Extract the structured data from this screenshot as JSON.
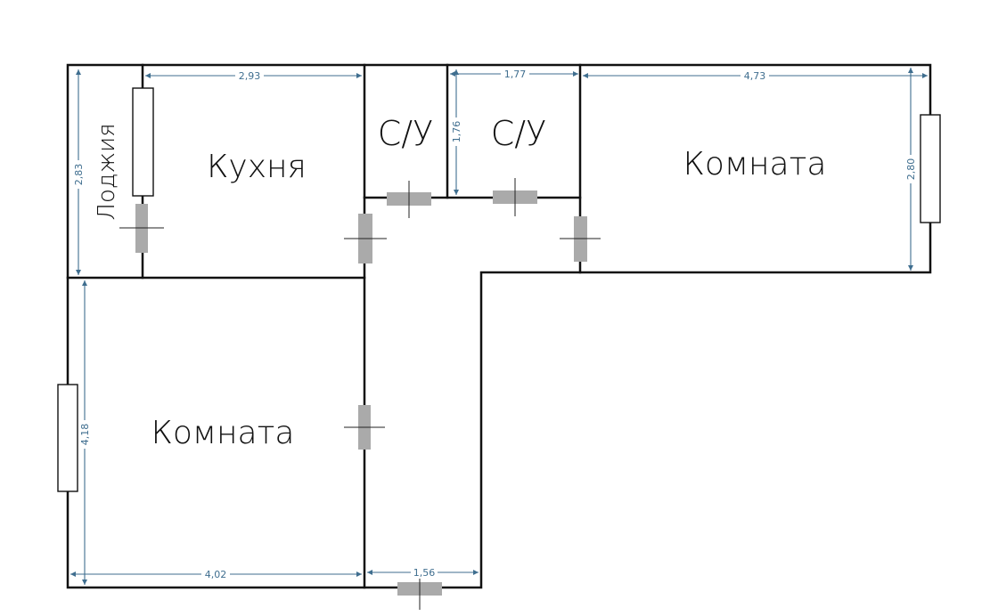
{
  "rooms": {
    "loggia": "Лоджия",
    "kitchen": "Кухня",
    "bathroom_1": "С/У",
    "bathroom_2": "С/У",
    "room_right": "Комната",
    "room_left": "Комната"
  },
  "dimensions": {
    "kitchen_width": "2,93",
    "loggia_height": "2,83",
    "bathroom_width": "1,77",
    "bathroom_height": "1,76",
    "room_right_width": "4,73",
    "room_right_height": "2,80",
    "room_left_height": "4,18",
    "room_left_width": "4,02",
    "corridor_width": "1,56"
  },
  "colors": {
    "walls": "#111111",
    "dimension_lines": "#3f6e8f",
    "doors": "#aaaaaa"
  }
}
